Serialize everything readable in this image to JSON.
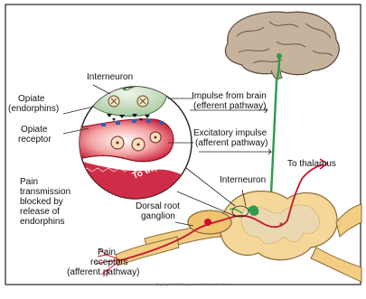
{
  "labels": {
    "interneuron_top": "Interneuron",
    "opiate_line1": "Opiate",
    "opiate_line2": "(endorphins)",
    "opiate_receptor_line1": "Opiate",
    "opiate_receptor_line2": "receptor",
    "impulse_brain_line1": "Impulse from brain",
    "impulse_brain_line2": "(efferent pathway)",
    "excitatory_line1": "Excitatory impulse",
    "excitatory_line2": "(afferent pathway)",
    "to_thalamus_inset": "To thalamus",
    "interneuron_cord": "Interneuron",
    "to_thalamus_right": "To thalamus",
    "pain_block_line1": "Pain",
    "pain_block_line2": "transmission",
    "pain_block_line3": "blocked by",
    "pain_block_line4": "release of",
    "pain_block_line5": "endorphins",
    "drg_line1": "Dorsal root",
    "drg_line2": "ganglion",
    "pain_rec_line1": "Pain",
    "pain_rec_line2": "receptors",
    "pain_rec_line3": "(afferent pathway)"
  },
  "caption": "Copyright © 2007 Lippincott Williams & Wilkins",
  "colors": {
    "efferent_green": "#2e9a4a",
    "afferent_red": "#c8102e",
    "cord_tan": "#f5d79a",
    "brain_gray": "#b9a58e",
    "interneuron_green": "#bfd8b8"
  }
}
